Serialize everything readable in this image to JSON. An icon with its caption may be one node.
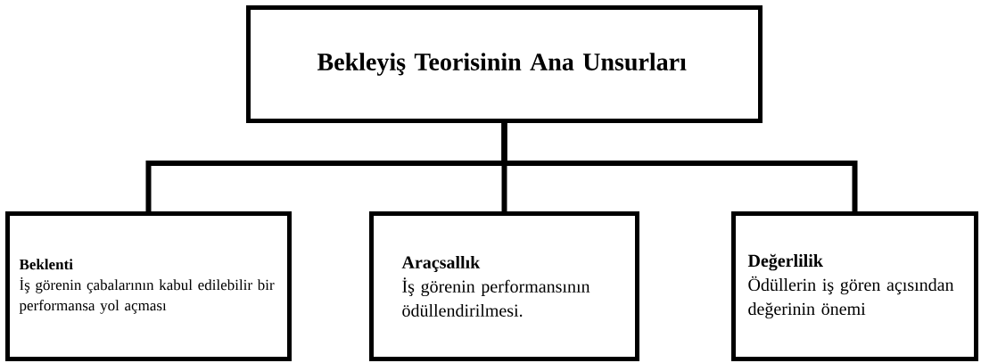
{
  "diagram": {
    "nodes": [
      {
        "text": [
          "Bekleyiş Teorisinin Ana Unsurları"
        ]
      },
      {
        "text": [
          "Beklenti",
          "İş görenin çabalarının kabul edilebilir bir performansa yol açması"
        ]
      },
      {
        "text": [
          "Araçsallık",
          "İş görenin performansının ödüllendirilmesi."
        ]
      },
      {
        "text": [
          "Değerlilik",
          "Ödüllerin iş gören açısından değerinin önemi"
        ]
      }
    ],
    "edges": [
      {
        "from": 0,
        "to": 1,
        "arrow": "none"
      },
      {
        "from": 0,
        "to": 2,
        "arrow": "none"
      },
      {
        "from": 0,
        "to": 3,
        "arrow": "none"
      }
    ]
  }
}
